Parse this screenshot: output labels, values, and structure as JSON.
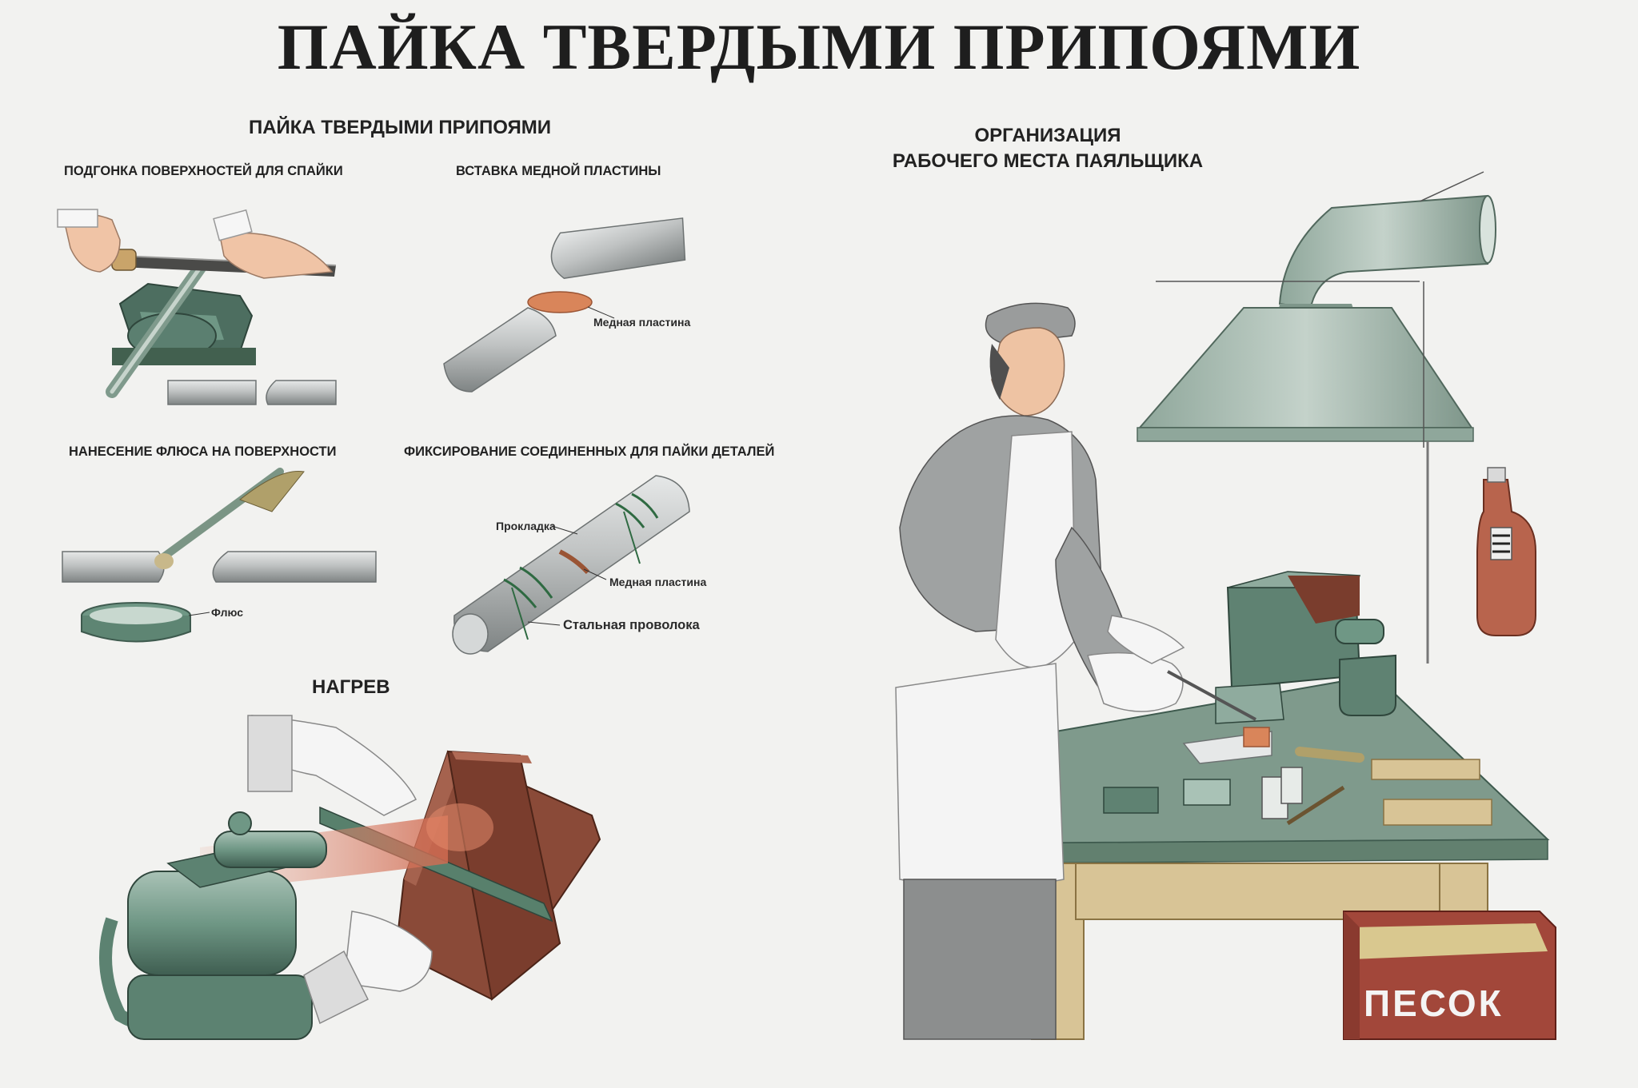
{
  "title": "ПАЙКА ТВЕРДЫМИ ПРИПОЯМИ",
  "left": {
    "heading": "ПАЙКА ТВЕРДЫМИ ПРИПОЯМИ",
    "steps": {
      "fitting": "ПОДГОНКА ПОВЕРХНОСТЕЙ ДЛЯ СПАЙКИ",
      "insert": "ВСТАВКА МЕДНОЙ ПЛАСТИНЫ",
      "flux": "НАНЕСЕНИЕ ФЛЮСА НА ПОВЕРХНОСТИ",
      "fixing": "ФИКСИРОВАНИЕ СОЕДИНЕННЫХ ДЛЯ ПАЙКИ ДЕТАЛЕЙ",
      "heating": "НАГРЕВ"
    },
    "callouts": {
      "copper_plate": "Медная пластина",
      "flux": "Флюс",
      "gasket": "Прокладка",
      "copper_plate_2": "Медная пластина",
      "steel_wire": "Стальная проволока"
    }
  },
  "right": {
    "heading_line1": "ОРГАНИЗАЦИЯ",
    "heading_line2": "РАБОЧЕГО МЕСТА ПАЯЛЬЩИКА",
    "sand_box_label": "ПЕСОК"
  },
  "colors": {
    "background": "#f2f2f0",
    "metal_gray": "#b9bcbc",
    "green_metal": "#6f9785",
    "brick": "#8a4a38",
    "copper": "#d9855a",
    "wood": "#d8c496"
  }
}
